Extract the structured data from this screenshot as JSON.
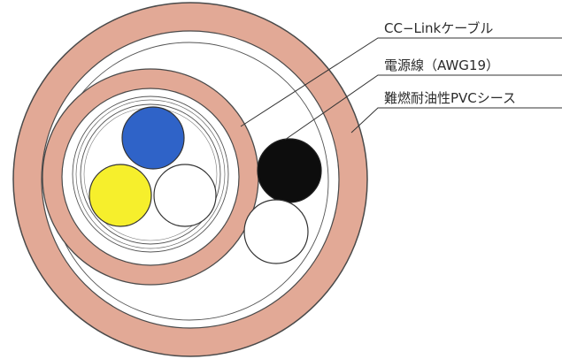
{
  "labels": {
    "cc_link_cable": "CC−Linkケーブル",
    "power_wire": "電源線（AWG19）",
    "sheath": "難燃耐油性PVCシース"
  },
  "colors": {
    "sheath": "#e2a996",
    "sheath_outline": "#4a4a4a",
    "background": "#ffffff",
    "core_blue": "#2f63c8",
    "core_yellow": "#f6ef2c",
    "core_white": "#ffffff",
    "power_black": "#0d0d0d",
    "power_white": "#ffffff",
    "leader_line": "#333333"
  }
}
